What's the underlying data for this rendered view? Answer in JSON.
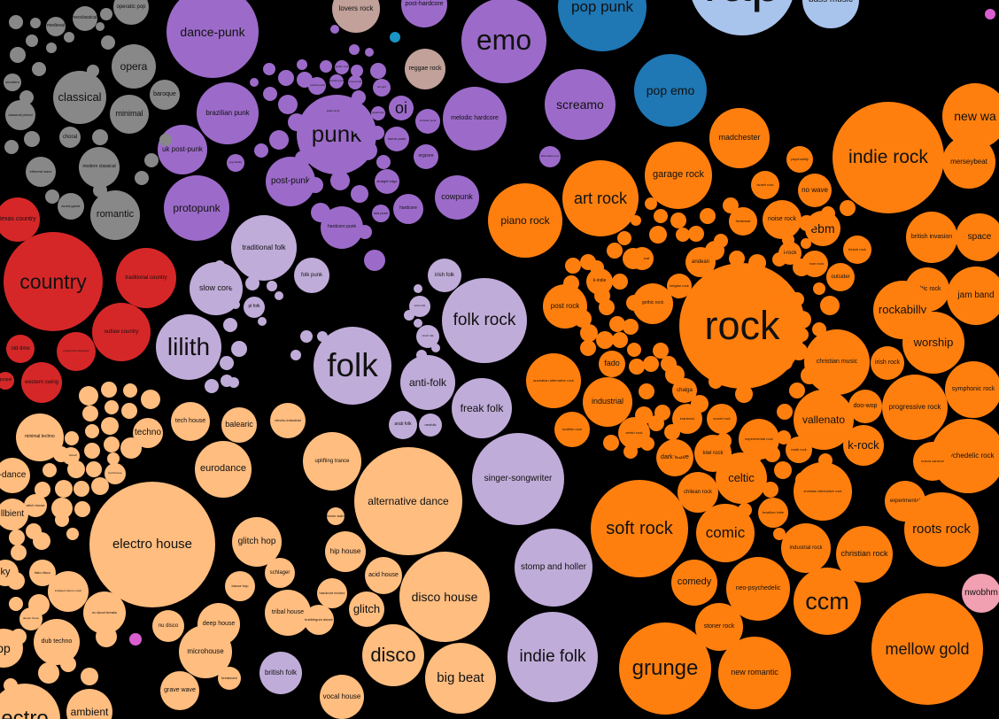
{
  "colors": {
    "gray": "#888888",
    "purple": "#9c6bc9",
    "mauve": "#c1a199",
    "blue": "#1f77b4",
    "lightblue": "#a9c4ec",
    "red": "#d62728",
    "lavender": "#c0acd9",
    "peach": "#ffbd7f",
    "orange": "#ff7f0e",
    "pink": "#f0a0b0",
    "magenta": "#d95fd1",
    "teal": "#1a96c4"
  },
  "bubbles": [
    {
      "label": "operatic pop",
      "c": "gray"
    },
    {
      "label": "neoclassical",
      "c": "gray"
    },
    {
      "label": "medieval",
      "c": "gray"
    },
    {
      "label": "opera",
      "c": "gray"
    },
    {
      "label": "classical",
      "c": "gray"
    },
    {
      "label": "baroque",
      "c": "gray"
    },
    {
      "label": "minimal",
      "c": "gray"
    },
    {
      "label": "classical period",
      "c": "gray"
    },
    {
      "label": "choral",
      "c": "gray"
    },
    {
      "label": "ethereal wave",
      "c": "gray"
    },
    {
      "label": "modern classical",
      "c": "gray"
    },
    {
      "label": "avant-garde",
      "c": "gray"
    },
    {
      "label": "romantic",
      "c": "gray"
    },
    {
      "label": "serialism",
      "c": "gray"
    },
    {
      "label": "dance-punk",
      "c": "purple"
    },
    {
      "label": "emo",
      "c": "purple"
    },
    {
      "label": "screamo",
      "c": "purple"
    },
    {
      "label": "punk",
      "c": "purple"
    },
    {
      "label": "oi",
      "c": "purple"
    },
    {
      "label": "brazilian punk",
      "c": "purple"
    },
    {
      "label": "uk post-punk",
      "c": "purple"
    },
    {
      "label": "post-punk",
      "c": "purple"
    },
    {
      "label": "protopunk",
      "c": "purple"
    },
    {
      "label": "melodic hardcore",
      "c": "purple"
    },
    {
      "label": "cowpunk",
      "c": "purple"
    },
    {
      "label": "hardcore",
      "c": "purple"
    },
    {
      "label": "hardcore punk",
      "c": "purple"
    },
    {
      "label": "post-hardcore",
      "c": "purple"
    },
    {
      "label": "horror punk",
      "c": "purple"
    },
    {
      "label": "orgcore",
      "c": "purple"
    },
    {
      "label": "straight edge",
      "c": "purple"
    },
    {
      "label": "ska punk",
      "c": "purple"
    },
    {
      "label": "spanish punk",
      "c": "purple"
    },
    {
      "label": "alternative emo",
      "c": "purple"
    },
    {
      "label": "skate punk",
      "c": "purple"
    },
    {
      "label": "riot grrrl",
      "c": "purple"
    },
    {
      "label": "psychobilly",
      "c": "purple"
    },
    {
      "label": "anarcho-punk",
      "c": "purple"
    },
    {
      "label": "deathrock",
      "c": "purple"
    },
    {
      "label": "christian punk",
      "c": "purple"
    },
    {
      "label": "gothic rock",
      "c": "purple"
    },
    {
      "label": "crust punk",
      "c": "purple"
    },
    {
      "label": "pop punk",
      "c": "blue"
    },
    {
      "label": "pop emo",
      "c": "blue"
    },
    {
      "label": "rap",
      "c": "lightblue"
    },
    {
      "label": "bass music",
      "c": "lightblue"
    },
    {
      "label": "lovers rock",
      "c": "mauve"
    },
    {
      "label": "reggae rock",
      "c": "mauve"
    },
    {
      "label": "country",
      "c": "red"
    },
    {
      "label": "traditional country",
      "c": "red"
    },
    {
      "label": "outlaw country",
      "c": "red"
    },
    {
      "label": "texas country",
      "c": "red"
    },
    {
      "label": "old-time",
      "c": "red"
    },
    {
      "label": "western swing",
      "c": "red"
    },
    {
      "label": "progressive bluegrass",
      "c": "red"
    },
    {
      "label": "gospel",
      "c": "red"
    },
    {
      "label": "folk",
      "c": "lavender"
    },
    {
      "label": "folk rock",
      "c": "lavender"
    },
    {
      "label": "lilith",
      "c": "lavender"
    },
    {
      "label": "anti-folk",
      "c": "lavender"
    },
    {
      "label": "freak folk",
      "c": "lavender"
    },
    {
      "label": "traditional folk",
      "c": "lavender"
    },
    {
      "label": "slow core",
      "c": "lavender"
    },
    {
      "label": "folk punk",
      "c": "lavender"
    },
    {
      "label": "irish folk",
      "c": "lavender"
    },
    {
      "label": "pl folk",
      "c": "lavender"
    },
    {
      "label": "arab folk",
      "c": "lavender"
    },
    {
      "label": "neofolk",
      "c": "lavender"
    },
    {
      "label": "czech folk",
      "c": "lavender"
    },
    {
      "label": "turbo folk",
      "c": "lavender"
    },
    {
      "label": "singer-songwriter",
      "c": "lavender"
    },
    {
      "label": "stomp and holler",
      "c": "lavender"
    },
    {
      "label": "indie folk",
      "c": "lavender"
    },
    {
      "label": "british folk",
      "c": "lavender"
    },
    {
      "label": "electro house",
      "c": "peach"
    },
    {
      "label": "alternative dance",
      "c": "peach"
    },
    {
      "label": "disco house",
      "c": "peach"
    },
    {
      "label": "eurodance",
      "c": "peach"
    },
    {
      "label": "balearic",
      "c": "peach"
    },
    {
      "label": "tech house",
      "c": "peach"
    },
    {
      "label": "techno",
      "c": "peach"
    },
    {
      "label": "minimal techno",
      "c": "peach"
    },
    {
      "label": "-dance",
      "c": "peach"
    },
    {
      "label": "llbient",
      "c": "peach"
    },
    {
      "label": "ky",
      "c": "peach"
    },
    {
      "label": "glitch hop",
      "c": "peach"
    },
    {
      "label": "hip house",
      "c": "peach"
    },
    {
      "label": "acid house",
      "c": "peach"
    },
    {
      "label": "glitch",
      "c": "peach"
    },
    {
      "label": "disco",
      "c": "peach"
    },
    {
      "label": "big beat",
      "c": "peach"
    },
    {
      "label": "microhouse",
      "c": "peach"
    },
    {
      "label": "deep house",
      "c": "peach"
    },
    {
      "label": "tribal house",
      "c": "peach"
    },
    {
      "label": "nu disco",
      "c": "peach"
    },
    {
      "label": "grave wave",
      "c": "peach"
    },
    {
      "label": "vocal house",
      "c": "peach"
    },
    {
      "label": "dub techno",
      "c": "peach"
    },
    {
      "label": "op",
      "c": "peach"
    },
    {
      "label": "ectro",
      "c": "peach"
    },
    {
      "label": "ambient",
      "c": "peach"
    },
    {
      "label": "uplifting trance",
      "c": "peach"
    },
    {
      "label": "schlager",
      "c": "peach"
    },
    {
      "label": "trance hop",
      "c": "peach"
    },
    {
      "label": "hardcore techno",
      "c": "peach"
    },
    {
      "label": "bubblegum dance",
      "c": "peach"
    },
    {
      "label": "nu skool breaks",
      "c": "peach"
    },
    {
      "label": "witch house",
      "c": "peach"
    },
    {
      "label": "electro-industrial",
      "c": "peach"
    },
    {
      "label": "breakcore",
      "c": "peach"
    },
    {
      "label": "electro swing",
      "c": "peach"
    },
    {
      "label": "italo disco",
      "c": "peach"
    },
    {
      "label": "hard house",
      "c": "peach"
    },
    {
      "label": "deeper house",
      "c": "peach"
    },
    {
      "label": "intelligent dance music",
      "c": "peach"
    },
    {
      "label": "ghettotech",
      "c": "peach"
    },
    {
      "label": "rock",
      "c": "orange"
    },
    {
      "label": "indie rock",
      "c": "orange"
    },
    {
      "label": "new wa",
      "c": "orange"
    },
    {
      "label": "art rock",
      "c": "orange"
    },
    {
      "label": "piano rock",
      "c": "orange"
    },
    {
      "label": "garage rock",
      "c": "orange"
    },
    {
      "label": "madchester",
      "c": "orange"
    },
    {
      "label": "merseybeat",
      "c": "orange"
    },
    {
      "label": "no wave",
      "c": "orange"
    },
    {
      "label": "ebm",
      "c": "orange"
    },
    {
      "label": "space",
      "c": "orange"
    },
    {
      "label": "british invasion",
      "c": "orange"
    },
    {
      "label": "jam band",
      "c": "orange"
    },
    {
      "label": "celtic rock",
      "c": "orange"
    },
    {
      "label": "rockabilly",
      "c": "orange"
    },
    {
      "label": "worship",
      "c": "orange"
    },
    {
      "label": "christian music",
      "c": "orange"
    },
    {
      "label": "irish rock",
      "c": "orange"
    },
    {
      "label": "symphonic rock",
      "c": "orange"
    },
    {
      "label": "vallenato",
      "c": "orange"
    },
    {
      "label": "doo-wop",
      "c": "orange"
    },
    {
      "label": "progressive rock",
      "c": "orange"
    },
    {
      "label": "k-rock",
      "c": "orange"
    },
    {
      "label": "psychedelic rock",
      "c": "orange"
    },
    {
      "label": "celtic",
      "c": "orange"
    },
    {
      "label": "experimental",
      "c": "orange"
    },
    {
      "label": "roots rock",
      "c": "orange"
    },
    {
      "label": "soft rock",
      "c": "orange"
    },
    {
      "label": "comic",
      "c": "orange"
    },
    {
      "label": "comedy",
      "c": "orange"
    },
    {
      "label": "ccm",
      "c": "orange"
    },
    {
      "label": "christian rock",
      "c": "orange"
    },
    {
      "label": "mellow gold",
      "c": "orange"
    },
    {
      "label": "grunge",
      "c": "orange"
    },
    {
      "label": "new romantic",
      "c": "orange"
    },
    {
      "label": "industrial",
      "c": "orange"
    },
    {
      "label": "post rock",
      "c": "orange"
    },
    {
      "label": "k-indie",
      "c": "orange"
    },
    {
      "label": "fado",
      "c": "orange"
    },
    {
      "label": "gothic rock",
      "c": "orange"
    },
    {
      "label": "chalga",
      "c": "orange"
    },
    {
      "label": "andean",
      "c": "orange"
    },
    {
      "label": "noise rock",
      "c": "orange"
    },
    {
      "label": "j-rock",
      "c": "orange"
    },
    {
      "label": "outsider",
      "c": "orange"
    },
    {
      "label": "kiwi rock",
      "c": "orange"
    },
    {
      "label": "dark wave",
      "c": "orange"
    },
    {
      "label": "chilean rock",
      "c": "orange"
    },
    {
      "label": "neo-psychedelic",
      "c": "orange"
    },
    {
      "label": "stoner rock",
      "c": "orange"
    },
    {
      "label": "industrial rock",
      "c": "orange"
    },
    {
      "label": "australian alternative rock",
      "c": "orange"
    },
    {
      "label": "scottish rock",
      "c": "orange"
    },
    {
      "label": "krautrock",
      "c": "orange"
    },
    {
      "label": "suomi rock",
      "c": "orange"
    },
    {
      "label": "nueva cancion",
      "c": "orange"
    },
    {
      "label": "christian alternative rock",
      "c": "orange"
    },
    {
      "label": "brazilian indie",
      "c": "orange"
    },
    {
      "label": "math rock",
      "c": "orange"
    },
    {
      "label": "experimental rock",
      "c": "orange"
    },
    {
      "label": "welsh rock",
      "c": "orange"
    },
    {
      "label": "israeli rock",
      "c": "orange"
    },
    {
      "label": "psychobilly",
      "c": "orange"
    },
    {
      "label": "french rock",
      "c": "orange"
    },
    {
      "label": "african rock",
      "c": "orange"
    },
    {
      "label": "freakbeat",
      "c": "orange"
    },
    {
      "label": "new beat",
      "c": "orange"
    },
    {
      "label": "belgian rock",
      "c": "orange"
    },
    {
      "label": "nwobhm",
      "c": "pink"
    }
  ]
}
